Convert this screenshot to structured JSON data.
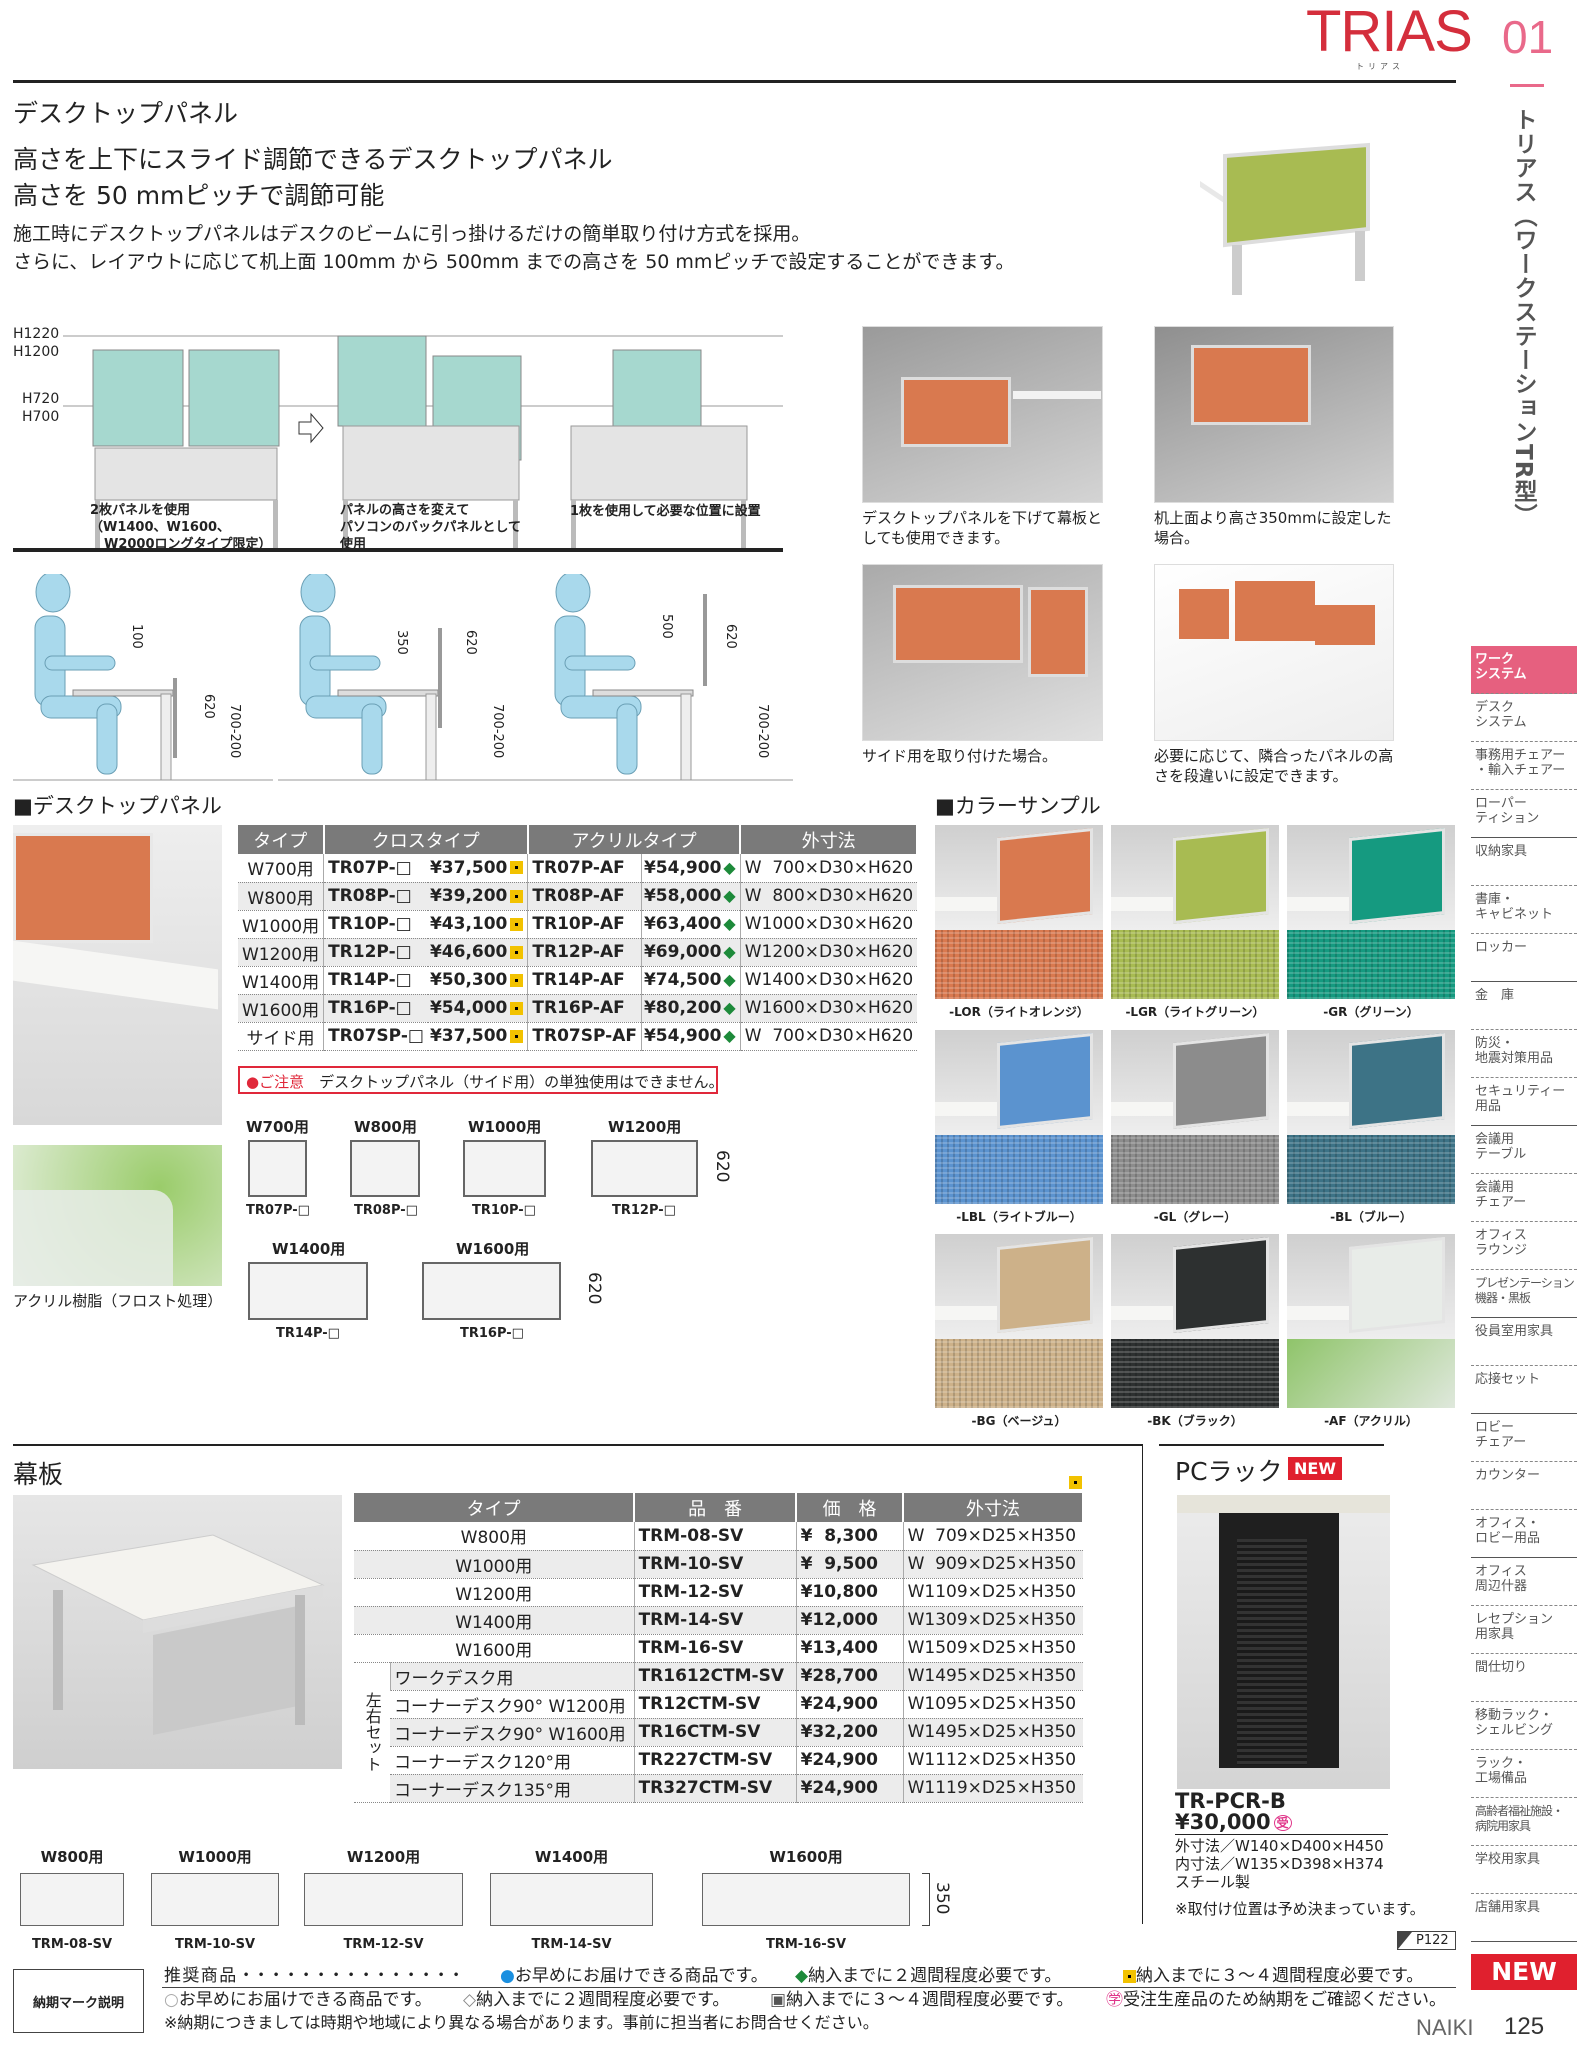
{
  "header": {
    "logo": "TRIAS",
    "logo_sub": "トリアス",
    "page_section": "01",
    "side_title": "トリアス（ワークステーションTR型）"
  },
  "intro": {
    "section": "デスクトップパネル",
    "headline1": "高さを上下にスライド調節できるデスクトップパネル",
    "headline2": "高さを 50 mmピッチで調節可能",
    "body1": "施工時にデスクトップパネルはデスクのビームに引っ掛けるだけの簡単取り付け方式を採用。",
    "body2": "さらに、レイアウトに応じて机上面 100mm から 500mm までの高さを 50 mmピッチで設定することができます。"
  },
  "diagram": {
    "h1220": "H1220",
    "h1200": "H1200",
    "h720": "H720",
    "h700": "H700",
    "cap1": [
      "2枚パネルを使用",
      "（W1400、W1600、",
      "W2000ロングタイプ限定）"
    ],
    "cap2": [
      "パネルの高さを変えて",
      "パソコンのバックパネルとして",
      "使用"
    ],
    "cap3": "1枚を使用して必要な位置に設置",
    "figs": [
      {
        "up": "100",
        "panel": "620",
        "desk": "700-200"
      },
      {
        "up": "350",
        "panel": "620",
        "desk": "700-200"
      },
      {
        "up": "500",
        "panel": "620",
        "desk": "700-200"
      }
    ]
  },
  "photos": [
    {
      "caption": "デスクトップパネルを下げて幕板としても使用できます。"
    },
    {
      "caption": "机上面より高さ350mmに設定した場合。"
    },
    {
      "caption": "サイド用を取り付けた場合。"
    },
    {
      "caption": "必要に応じて、隣合ったパネルの高さを段違いに設定できます。"
    }
  ],
  "panel_table": {
    "title": "■デスクトップパネル",
    "headers": [
      "タイプ",
      "クロスタイプ",
      "アクリルタイプ",
      "外寸法"
    ],
    "rows": [
      [
        "W700用",
        "TR07P-□",
        "¥37,500",
        "TR07P-AF",
        "¥54,900",
        "W  700×D30×H620"
      ],
      [
        "W800用",
        "TR08P-□",
        "¥39,200",
        "TR08P-AF",
        "¥58,000",
        "W  800×D30×H620"
      ],
      [
        "W1000用",
        "TR10P-□",
        "¥43,100",
        "TR10P-AF",
        "¥63,400",
        "W1000×D30×H620"
      ],
      [
        "W1200用",
        "TR12P-□",
        "¥46,600",
        "TR12P-AF",
        "¥69,000",
        "W1200×D30×H620"
      ],
      [
        "W1400用",
        "TR14P-□",
        "¥50,300",
        "TR14P-AF",
        "¥74,500",
        "W1400×D30×H620"
      ],
      [
        "W1600用",
        "TR16P-□",
        "¥54,000",
        "TR16P-AF",
        "¥80,200",
        "W1600×D30×H620"
      ],
      [
        "サイド用",
        "TR07SP-□",
        "¥37,500",
        "TR07SP-AF",
        "¥54,900",
        "W  700×D30×H620"
      ]
    ],
    "note_label": "●ご注意",
    "note": "デスクトップパネル（サイド用）の単独使用はできません。",
    "acrylic_caption": "アクリル樹脂（フロスト処理）"
  },
  "panel_sizes": {
    "dim": "620",
    "items": [
      {
        "label": "W700用",
        "model": "TR07P-□"
      },
      {
        "label": "W800用",
        "model": "TR08P-□"
      },
      {
        "label": "W1000用",
        "model": "TR10P-□"
      },
      {
        "label": "W1200用",
        "model": "TR12P-□"
      },
      {
        "label": "W1400用",
        "model": "TR14P-□"
      },
      {
        "label": "W1600用",
        "model": "TR16P-□"
      }
    ]
  },
  "colors": {
    "title": "■カラーサンプル",
    "items": [
      {
        "label": "-LOR（ライトオレンジ）",
        "color": "#d9794f"
      },
      {
        "label": "-LGR（ライトグリーン）",
        "color": "#a8bb52"
      },
      {
        "label": "-GR（グリーン）",
        "color": "#159a80"
      },
      {
        "label": "-LBL（ライトブルー）",
        "color": "#5b93cf"
      },
      {
        "label": "-GL（グレー）",
        "color": "#8c8c8c"
      },
      {
        "label": "-BL（ブルー）",
        "color": "#3d7386"
      },
      {
        "label": "-BG（ベージュ）",
        "color": "#cdb189"
      },
      {
        "label": "-BK（ブラック）",
        "color": "#2d3030"
      },
      {
        "label": "-AF（アクリル）",
        "color": "#e8ece8"
      }
    ]
  },
  "modesty": {
    "title": "幕板",
    "headers": [
      "タイプ",
      "品　番",
      "価　格",
      "外寸法"
    ],
    "group_label": "左右セット",
    "rows": [
      [
        "W800用",
        "TRM-08-SV",
        "¥  8,300",
        "W  709×D25×H350"
      ],
      [
        "W1000用",
        "TRM-10-SV",
        "¥  9,500",
        "W  909×D25×H350"
      ],
      [
        "W1200用",
        "TRM-12-SV",
        "¥10,800",
        "W1109×D25×H350"
      ],
      [
        "W1400用",
        "TRM-14-SV",
        "¥12,000",
        "W1309×D25×H350"
      ],
      [
        "W1600用",
        "TRM-16-SV",
        "¥13,400",
        "W1509×D25×H350"
      ],
      [
        "ワークデスク用",
        "TR1612CTM-SV",
        "¥28,700",
        "W1495×D25×H350"
      ],
      [
        "コーナーデスク90° W1200用",
        "TR12CTM-SV",
        "¥24,900",
        "W1095×D25×H350"
      ],
      [
        "コーナーデスク90° W1600用",
        "TR16CTM-SV",
        "¥32,200",
        "W1495×D25×H350"
      ],
      [
        "コーナーデスク120°用",
        "TR227CTM-SV",
        "¥24,900",
        "W1112×D25×H350"
      ],
      [
        "コーナーデスク135°用",
        "TR327CTM-SV",
        "¥24,900",
        "W1119×D25×H350"
      ]
    ],
    "sizes": [
      {
        "label": "W800用",
        "model": "TRM-08-SV"
      },
      {
        "label": "W1000用",
        "model": "TRM-10-SV"
      },
      {
        "label": "W1200用",
        "model": "TRM-12-SV"
      },
      {
        "label": "W1400用",
        "model": "TRM-14-SV"
      },
      {
        "label": "W1600用",
        "model": "TRM-16-SV"
      }
    ],
    "dim": "350"
  },
  "pcrack": {
    "title": "PCラック",
    "badge": "NEW",
    "model": "TR-PCR-B",
    "price": "¥30,000",
    "mark": "受",
    "spec1": "外寸法／W140×D400×H450",
    "spec2": "内寸法／W135×D398×H374",
    "spec3": "スチール製",
    "note": "※取付け位置は予め決まっています。",
    "ref": "P122"
  },
  "footer": {
    "box": "納期マーク説明",
    "r1a": "推 奨 商 品 ・・・・・・・・・・・・・・・",
    "r1b": "お早めにお届けできる商品です。",
    "r1c": "納入までに２週間程度必要です。",
    "r1d": "納入までに３～４週間程度必要です。",
    "r2a": "お早めにお届けできる商品です。",
    "r2b": "納入までに２週間程度必要です。",
    "r2c": "納入までに３～４週間程度必要です。",
    "r2d": "受注生産品のため納期をご確認ください。",
    "r3": "※納期につきましては時期や地域により異なる場合があります。事前に担当者にお問合せください。",
    "brand": "NAIKI",
    "page": "125"
  },
  "sidebar": {
    "items": [
      {
        "label": "ワーク\nシステム",
        "active": true
      },
      {
        "label": "デスク\nシステム"
      },
      {
        "label": "事務用チェアー\n・輸入チェアー"
      },
      {
        "label": "ローパー\nティション",
        "solid": true
      },
      {
        "label": "収納家具"
      },
      {
        "label": "書庫・\nキャビネット"
      },
      {
        "label": "ロッカー",
        "solid": true
      },
      {
        "label": "金　庫"
      },
      {
        "label": "防災・\n地震対策用品"
      },
      {
        "label": "セキュリティー\n用品",
        "solid": true
      },
      {
        "label": "会議用\nテーブル"
      },
      {
        "label": "会議用\nチェアー"
      },
      {
        "label": "オフィス\nラウンジ"
      },
      {
        "label": "プレゼンテーション\n機器・黒板",
        "solid": true
      },
      {
        "label": "役員室用家具"
      },
      {
        "label": "応接セット",
        "solid": true
      },
      {
        "label": "ロビー\nチェアー"
      },
      {
        "label": "カウンター"
      },
      {
        "label": "オフィス・\nロビー用品",
        "solid": true
      },
      {
        "label": "オフィス\n周辺什器"
      },
      {
        "label": "レセプション\n用家具"
      },
      {
        "label": "間仕切り"
      },
      {
        "label": "移動ラック・\nシェルビング"
      },
      {
        "label": "ラック・\n工場備品"
      },
      {
        "label": "高齢者福祉施設・\n病院用家具"
      },
      {
        "label": "学校用家具"
      },
      {
        "label": "店舗用家具",
        "solid": true
      }
    ],
    "new": "NEW"
  }
}
